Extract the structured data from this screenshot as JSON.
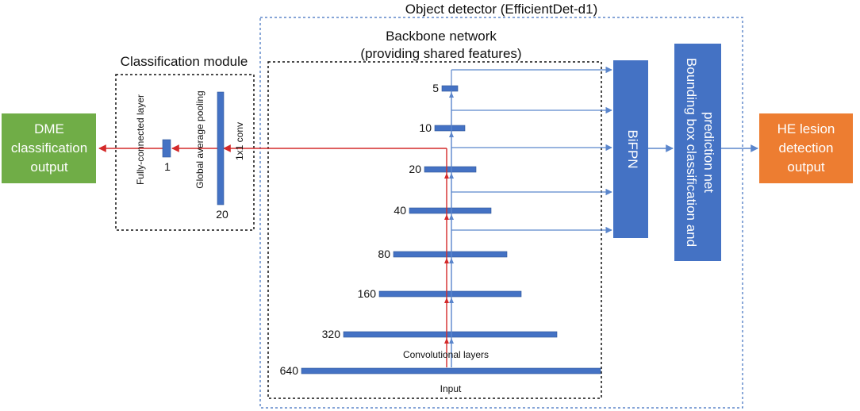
{
  "object_detector": {
    "title": "Object detector (EfficientDet-d1)"
  },
  "backbone": {
    "title_line1": "Backbone network",
    "title_line2": "(providing shared features)",
    "conv_label": "Convolutional layers",
    "input_label": "Input",
    "layers": [
      {
        "label": "5"
      },
      {
        "label": "10"
      },
      {
        "label": "20"
      },
      {
        "label": "40"
      },
      {
        "label": "80"
      },
      {
        "label": "160"
      },
      {
        "label": "320"
      },
      {
        "label": "640"
      }
    ]
  },
  "classification_module": {
    "title": "Classification module",
    "conv_label": "1x1 conv",
    "gap_label": "Global average pooling",
    "fc_label": "Fully-connected layer",
    "gap_size": "20",
    "fc_size": "1"
  },
  "bifpn": {
    "label": "BiFPN"
  },
  "prediction_net": {
    "line1": "Bounding box classification and",
    "line2": "prediction net"
  },
  "outputs": {
    "dme_line1": "DME",
    "dme_line2": "classification",
    "dme_line3": "output",
    "he_line1": "HE lesion",
    "he_line2": "detection",
    "he_line3": "output"
  },
  "colors": {
    "layer_blue": "#4472c4",
    "red_flow": "#d42a2a",
    "blue_flow": "#5b86cc",
    "dme_green": "#70ad47",
    "he_orange": "#ed7d31"
  }
}
